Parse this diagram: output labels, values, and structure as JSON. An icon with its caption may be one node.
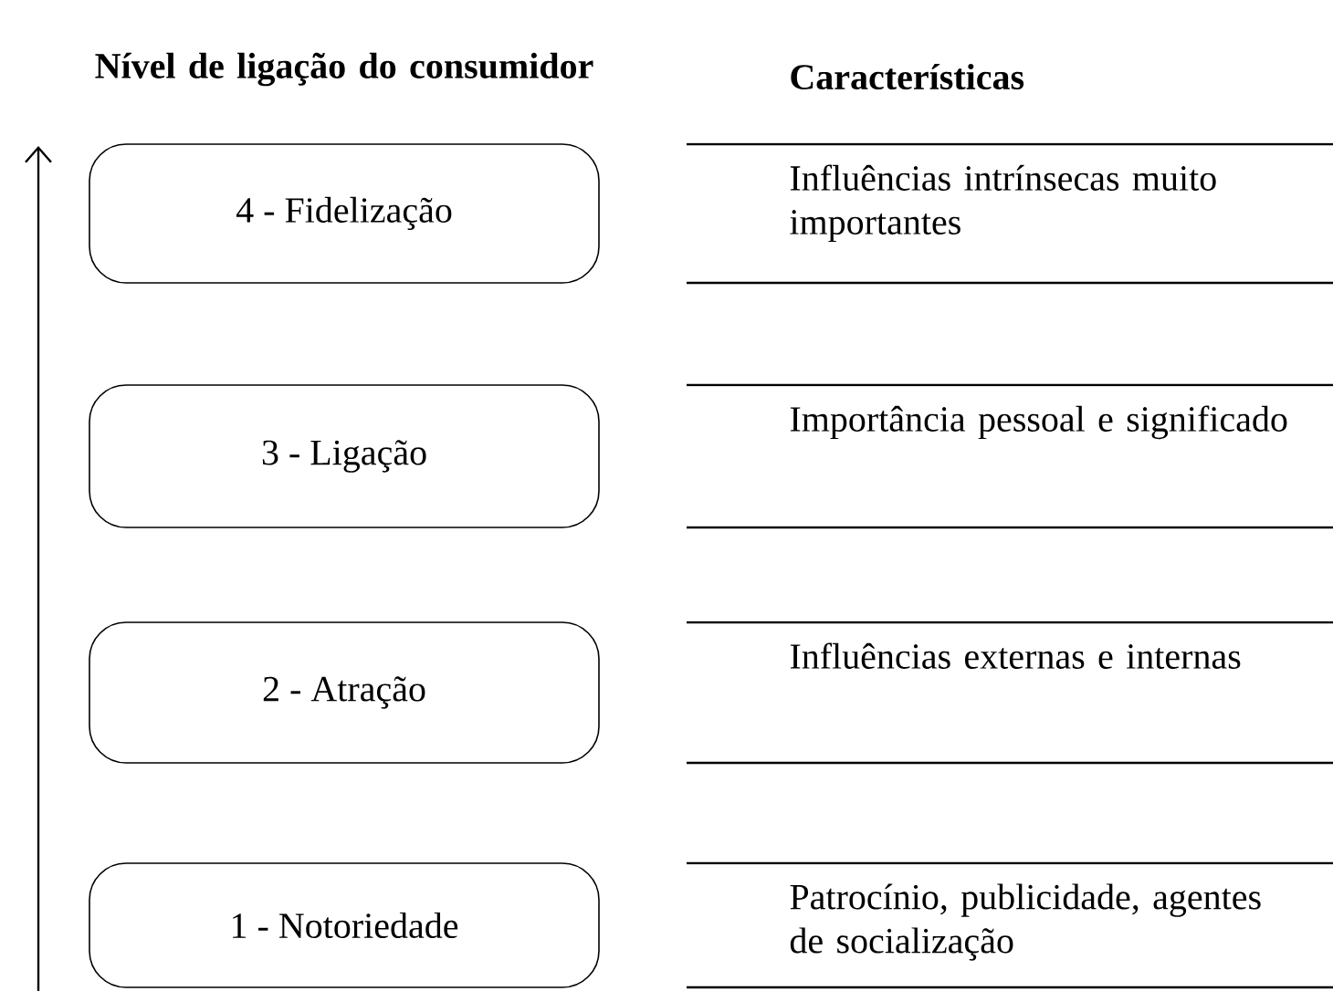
{
  "diagram": {
    "nodes": [
      {
        "text": [
          "4 - Fidelização"
        ]
      },
      {
        "text": [
          "3 - Ligação"
        ]
      },
      {
        "text": [
          "2 - Atração"
        ]
      },
      {
        "text": [
          "1 - Notoriedade"
        ]
      }
    ],
    "labels": [
      "Nível de ligação do consumidor",
      "Características",
      "Influências intrínsecas muito importantes",
      "Importância pessoal e significado",
      "Influências externas e internas",
      "Patrocínio, publicidade, agentes de socialização"
    ]
  }
}
